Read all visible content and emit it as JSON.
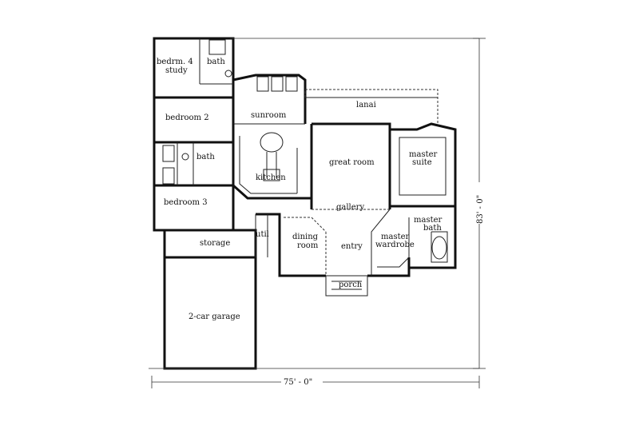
{
  "rooms": {
    "bedroom4": "bedrm. 4",
    "study": "study",
    "bath1": "bath",
    "sunroom": "sunroom",
    "lanai": "lanai",
    "bedroom2": "bedroom 2",
    "bath2": "bath",
    "kitchen": "kitchen",
    "great_room": "great room",
    "master_suite_1": "master",
    "master_suite_2": "suite",
    "bedroom3": "bedroom 3",
    "gallery": "gallery",
    "storage": "storage",
    "util": "util",
    "dining_1": "dining",
    "dining_2": "room",
    "entry": "entry",
    "master_wardrobe_1": "master",
    "master_wardrobe_2": "wardrobe",
    "master_bath_1": "master",
    "master_bath_2": "bath",
    "porch": "porch",
    "garage": "2-car garage"
  },
  "dimensions": {
    "width": "75' - 0\"",
    "depth": "83' - 0\""
  }
}
